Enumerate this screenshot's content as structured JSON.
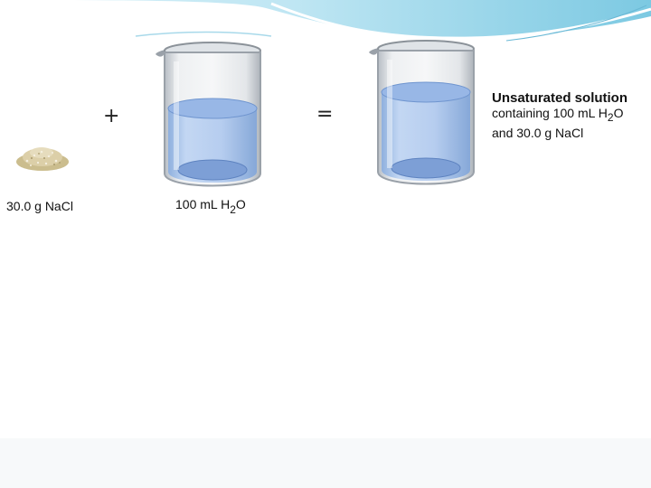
{
  "equation": {
    "plus_symbol": "+",
    "equals_symbol": "="
  },
  "salt": {
    "label": "30.0 g NaCl"
  },
  "water": {
    "label_prefix": "100 mL H",
    "label_subscript": "2",
    "label_suffix": "O"
  },
  "solution": {
    "title": "Unsaturated solution",
    "line1_prefix": "containing 100 mL H",
    "line1_subscript": "2",
    "line1_suffix": "O",
    "line2": "and 30.0 g NaCl"
  },
  "colors": {
    "header_wave": "#8fd3e8",
    "water": "#a9c6ef",
    "water_surface": "#8fb2e8",
    "glass": "#c9ced3",
    "salt": "#d8caa0"
  }
}
